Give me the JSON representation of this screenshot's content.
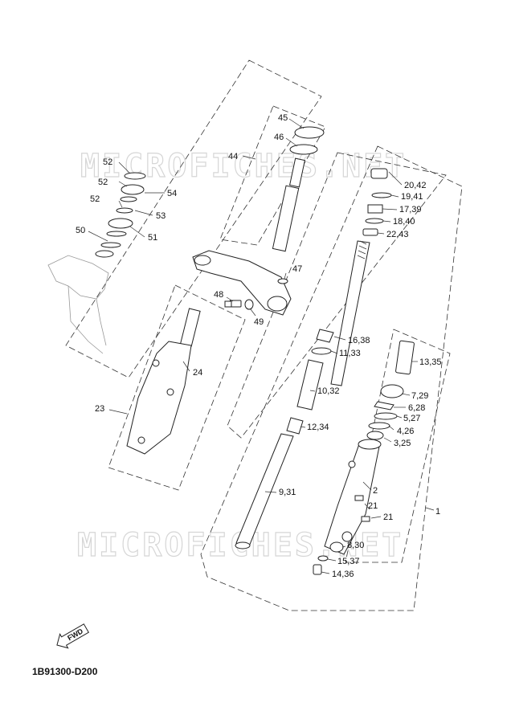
{
  "diagram_code": "1B91300-D200",
  "watermark": "MICROFICHES.NET",
  "fwd_label": "FWD",
  "labels": {
    "p45": "45",
    "p46": "46",
    "p44": "44",
    "p52a": "52",
    "p52b": "52",
    "p52c": "52",
    "p54": "54",
    "p53": "53",
    "p50": "50",
    "p51": "51",
    "p47": "47",
    "p48": "48",
    "p49": "49",
    "p24": "24",
    "p23": "23",
    "p20_42": "20,42",
    "p19_41": "19,41",
    "p17_39": "17,39",
    "p18_40": "18,40",
    "p22_43": "22,43",
    "p16_38": "16,38",
    "p11_33": "11,33",
    "p10_32": "10,32",
    "p12_34": "12,34",
    "p9_31": "9,31",
    "p13_35": "13,35",
    "p7_29": "7,29",
    "p6_28": "6,28",
    "p5_27": "5,27",
    "p4_26": "4,26",
    "p3_25": "3,25",
    "p2": "2",
    "p21a": "21",
    "p21b": "21",
    "p1": "1",
    "p8_30": "8,30",
    "p15_37": "15,37",
    "p14_36": "14,36"
  }
}
